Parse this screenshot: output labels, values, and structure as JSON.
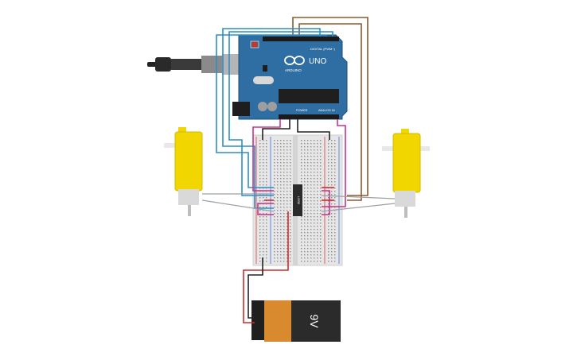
{
  "canvas": {
    "background": "#ffffff"
  },
  "arduino": {
    "model_label": "UNO",
    "brand_label": "ARDUINO",
    "digital_label": "DIGITAL (PWM~)",
    "power_label": "POWER",
    "analog_label": "ANALOG IN",
    "board_color": "#2f6ea3",
    "header_color": "#1a1a1a"
  },
  "breadboard": {
    "body_color": "#e6e6e6",
    "rail_red": "#d63a3a",
    "rail_blue": "#3a6fd6"
  },
  "driver_ic": {
    "label": "L293D",
    "color": "#2b2b2b"
  },
  "motors": [
    {
      "name": "left-motor",
      "color": "#f2d600"
    },
    {
      "name": "right-motor",
      "color": "#f2d600"
    }
  ],
  "battery": {
    "label": "9V",
    "body_color": "#2b2b2b",
    "cap_color": "#d9892e"
  },
  "usb": {
    "color": "#8a8a8a"
  },
  "wire_colors": {
    "brown": "#8b5a2b",
    "blue": "#2a8fc9",
    "magenta": "#c8328a",
    "red": "#d42a2a",
    "black": "#222222",
    "gray": "#9aa0a6"
  }
}
